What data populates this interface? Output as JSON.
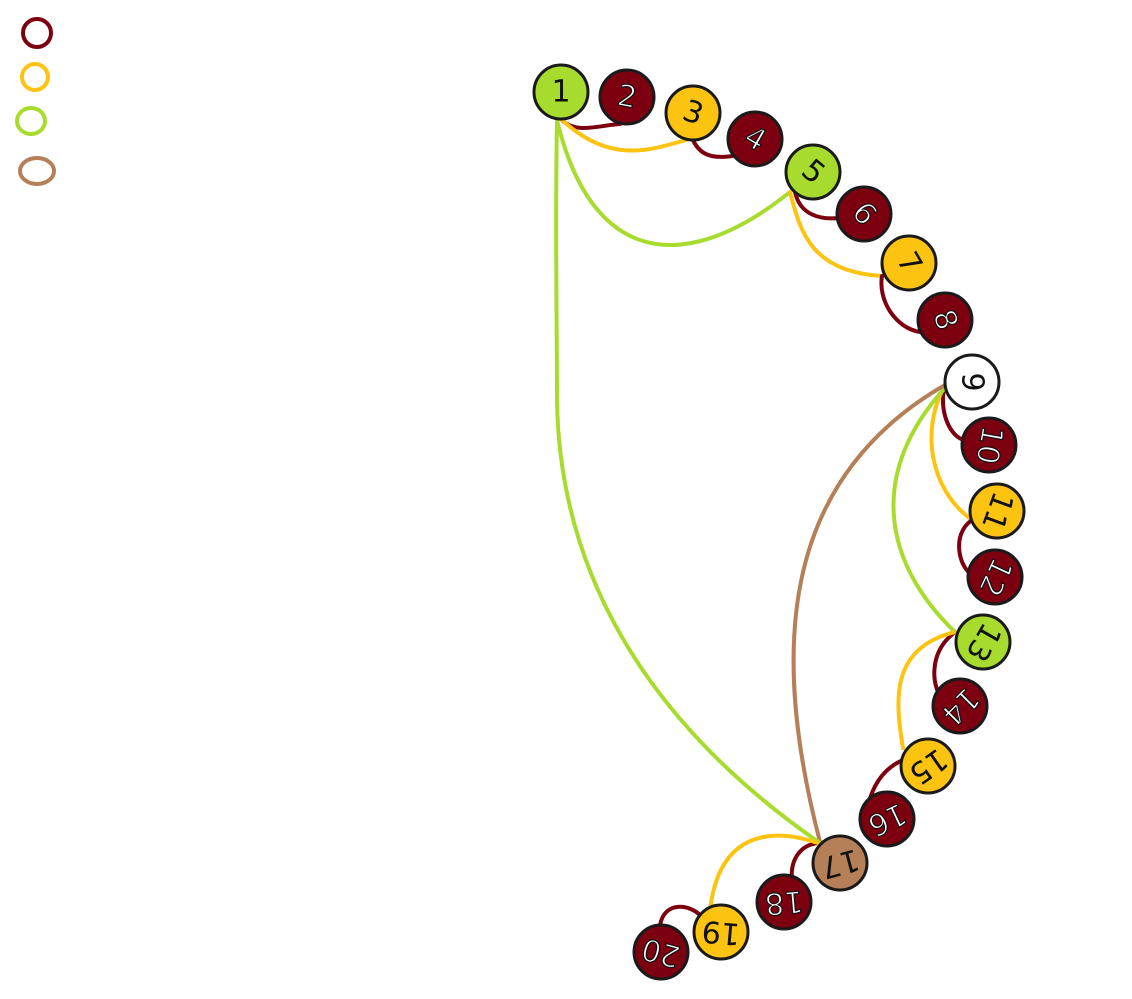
{
  "colors": {
    "maroon": "#7d0010",
    "gold": "#fdc311",
    "lime": "#a7dc2e",
    "tan": "#b57f58",
    "white": "#ffffff",
    "outline": "#1a1a1a"
  },
  "legend": [
    {
      "color": "maroon"
    },
    {
      "color": "gold"
    },
    {
      "color": "lime"
    },
    {
      "color": "tan"
    }
  ],
  "nodes": [
    {
      "id": 1,
      "label": "1",
      "color": "lime"
    },
    {
      "id": 2,
      "label": "2",
      "color": "maroon"
    },
    {
      "id": 3,
      "label": "3",
      "color": "gold"
    },
    {
      "id": 4,
      "label": "4",
      "color": "maroon"
    },
    {
      "id": 5,
      "label": "5",
      "color": "lime"
    },
    {
      "id": 6,
      "label": "6",
      "color": "maroon"
    },
    {
      "id": 7,
      "label": "7",
      "color": "gold"
    },
    {
      "id": 8,
      "label": "8",
      "color": "maroon"
    },
    {
      "id": 9,
      "label": "9",
      "color": "white"
    },
    {
      "id": 10,
      "label": "10",
      "color": "maroon"
    },
    {
      "id": 11,
      "label": "11",
      "color": "gold"
    },
    {
      "id": 12,
      "label": "12",
      "color": "maroon"
    },
    {
      "id": 13,
      "label": "13",
      "color": "lime"
    },
    {
      "id": 14,
      "label": "14",
      "color": "maroon"
    },
    {
      "id": 15,
      "label": "15",
      "color": "gold"
    },
    {
      "id": 16,
      "label": "16",
      "color": "maroon"
    },
    {
      "id": 17,
      "label": "17",
      "color": "tan"
    },
    {
      "id": 18,
      "label": "18",
      "color": "maroon"
    },
    {
      "id": 19,
      "label": "19",
      "color": "gold"
    },
    {
      "id": 20,
      "label": "20",
      "color": "maroon"
    }
  ],
  "edges": [
    {
      "from": 1,
      "to": 2,
      "color": "maroon"
    },
    {
      "from": 1,
      "to": 3,
      "color": "gold"
    },
    {
      "from": 3,
      "to": 4,
      "color": "maroon"
    },
    {
      "from": 1,
      "to": 5,
      "color": "lime"
    },
    {
      "from": 5,
      "to": 6,
      "color": "maroon"
    },
    {
      "from": 5,
      "to": 7,
      "color": "gold"
    },
    {
      "from": 7,
      "to": 8,
      "color": "maroon"
    },
    {
      "from": 9,
      "to": 10,
      "color": "maroon"
    },
    {
      "from": 9,
      "to": 11,
      "color": "gold"
    },
    {
      "from": 11,
      "to": 12,
      "color": "maroon"
    },
    {
      "from": 9,
      "to": 13,
      "color": "lime"
    },
    {
      "from": 13,
      "to": 14,
      "color": "maroon"
    },
    {
      "from": 13,
      "to": 15,
      "color": "gold"
    },
    {
      "from": 15,
      "to": 16,
      "color": "maroon"
    },
    {
      "from": 9,
      "to": 17,
      "color": "tan"
    },
    {
      "from": 1,
      "to": 17,
      "color": "lime"
    },
    {
      "from": 17,
      "to": 18,
      "color": "maroon"
    },
    {
      "from": 17,
      "to": 19,
      "color": "gold"
    },
    {
      "from": 19,
      "to": 20,
      "color": "maroon"
    }
  ]
}
